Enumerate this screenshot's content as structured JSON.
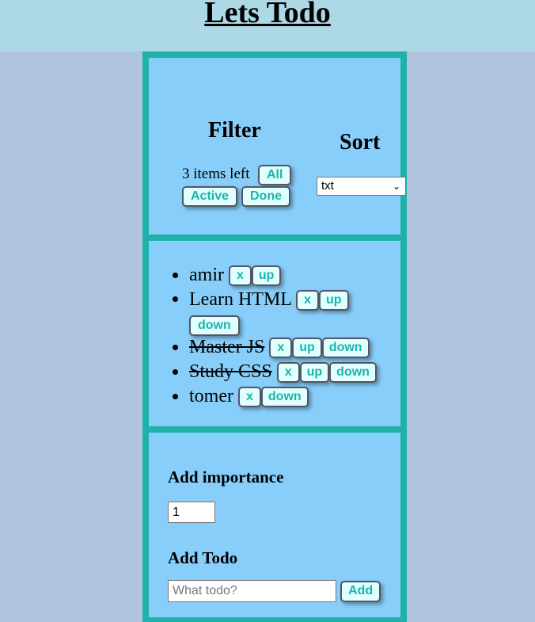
{
  "app": {
    "title": "Lets Todo"
  },
  "filter": {
    "title": "Filter",
    "items_left": "3 items left",
    "buttons": {
      "all": "All",
      "active": "Active",
      "done": "Done"
    }
  },
  "sort": {
    "title": "Sort",
    "selected": "txt"
  },
  "todos": [
    {
      "text": "amir",
      "done": false,
      "buttons": [
        "x",
        "up"
      ]
    },
    {
      "text": "Learn HTML",
      "done": false,
      "buttons": [
        "x",
        "up",
        "down"
      ]
    },
    {
      "text": "Master JS",
      "done": true,
      "buttons": [
        "x",
        "up",
        "down"
      ]
    },
    {
      "text": "Study CSS",
      "done": true,
      "buttons": [
        "x",
        "up",
        "down"
      ]
    },
    {
      "text": "tomer",
      "done": false,
      "buttons": [
        "x",
        "down"
      ]
    }
  ],
  "add": {
    "importance_label": "Add importance",
    "importance_value": "1",
    "todo_label": "Add Todo",
    "todo_placeholder": "What todo?",
    "add_button": "Add"
  },
  "colors": {
    "page_bg": "#b0c4de",
    "header_bg": "#add8e6",
    "panel_bg": "#87cefa",
    "panel_border": "#20b2aa",
    "button_bg": "#e0ffff",
    "button_text": "#20b2aa"
  }
}
